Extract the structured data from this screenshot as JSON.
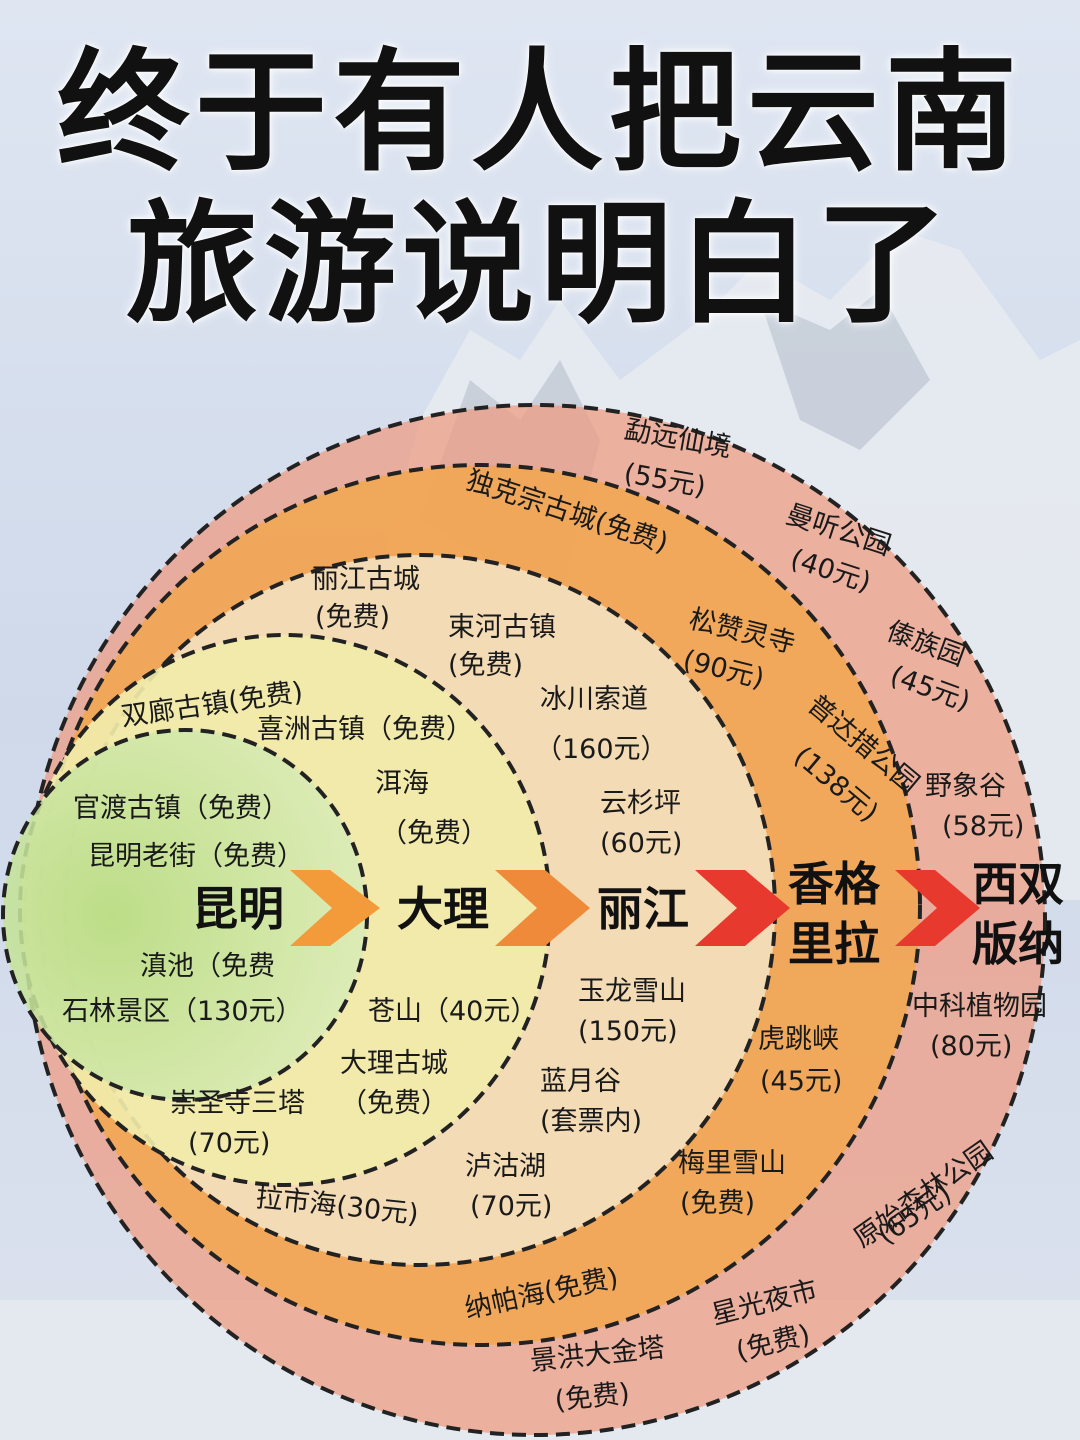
{
  "title": {
    "line1": "终于有人把云南",
    "line2": "旅游说明白了"
  },
  "colors": {
    "ring_kunming": "#c9e3a1",
    "ring_dali": "#f3eca8",
    "ring_lijiang": "#f0d7b0",
    "ring_shangrila": "#f3a64a",
    "ring_xishuangbanna": "#ef9a80",
    "arrow_orange": "#f39a3a",
    "arrow_red": "#e8392e"
  },
  "cities": {
    "kunming": "昆明",
    "dali": "大理",
    "lijiang": "丽江",
    "shangrila_1": "香格",
    "shangrila_2": "里拉",
    "xsbn_1": "西双",
    "xsbn_2": "版纳"
  },
  "spots": {
    "kunming": {
      "guandu": "官渡古镇（免费）",
      "laojie": "昆明老街（免费）",
      "dianchi": "滇池（免费",
      "shilin": "石林景区（130元）"
    },
    "dali": {
      "shuanglang": "双廊古镇(免费)",
      "xizhou": "喜洲古镇（免费）",
      "erhai_1": "洱海",
      "erhai_2": "（免费）",
      "cangshan": "苍山（40元）",
      "dali_old_1": "大理古城",
      "dali_old_2": "（免费）",
      "chongsheng_1": "崇圣寺三塔",
      "chongsheng_2": "(70元)"
    },
    "lijiang": {
      "old_1": "丽江古城",
      "old_2": "(免费)",
      "shuhe_1": "束河古镇",
      "shuhe_2": "(免费)",
      "ropeway_1": "冰川索道",
      "ropeway_2": "（160元）",
      "yunshanping_1": "云杉坪",
      "yunshanping_2": "(60元)",
      "yulong_1": "玉龙雪山",
      "yulong_2": "(150元)",
      "lanyue_1": "蓝月谷",
      "lanyue_2": "(套票内)",
      "lugu_1": "泸沽湖",
      "lugu_2": "(70元)",
      "lashihai": "拉市海(30元)"
    },
    "shangrila": {
      "dukezong": "独克宗古城(免费)",
      "songzanlin_1": "松赞灵寺",
      "songzanlin_2": "(90元)",
      "pudacuo_1": "普达措公园",
      "pudacuo_2": "(138元)",
      "tiger_1": "虎跳峡",
      "tiger_2": "(45元)",
      "meili_1": "梅里雪山",
      "meili_2": "(免费)",
      "napahai": "纳帕海(免费)"
    },
    "xishuangbanna": {
      "mengyuan_1": "勐远仙境",
      "mengyuan_2": "(55元)",
      "mantin_1": "曼听公园",
      "mantin_2": "(40元)",
      "daizu_1": "傣族园",
      "daizu_2": "(45元)",
      "wild_elephant_1": "野象谷",
      "wild_elephant_2": "(58元)",
      "botanical_1": "中科植物园",
      "botanical_2": "(80元)",
      "forest_1": "原始森林公园",
      "forest_2": "(65元)",
      "night_market_1": "星光夜市",
      "night_market_2": "(免费)",
      "jinghong_1": "景洪大金塔",
      "jinghong_2": "(免费)"
    }
  }
}
